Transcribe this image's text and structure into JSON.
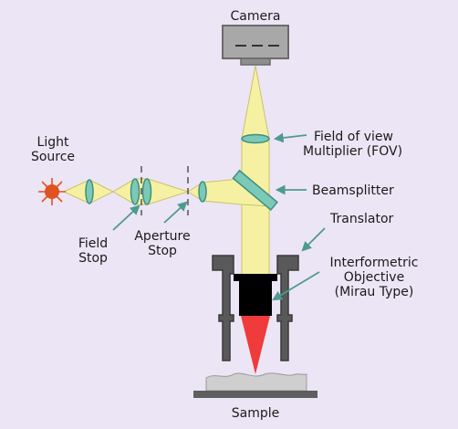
{
  "labels": {
    "camera": "Camera",
    "light_source": [
      "Light",
      "Source"
    ],
    "field_stop": [
      "Field",
      "Stop"
    ],
    "aperture_stop": [
      "Aperture",
      "Stop"
    ],
    "fov": [
      "Field of view",
      "Multiplier (FOV)"
    ],
    "beamsplitter": "Beamsplitter",
    "translator": "Translator",
    "objective": [
      "Interformetric",
      "Objective",
      "(Mirau Type)"
    ],
    "sample": "Sample"
  },
  "colors": {
    "background": "#ECE5F5",
    "beam": "#F6F1A2",
    "beam_stroke": "#C9C36A",
    "lens": "#7CC9B8",
    "lens_stroke": "#3E8F80",
    "arrow": "#4E9A93",
    "housing": "#595959",
    "objective": "#000000",
    "cone": "#EF3B3B",
    "sample": "#CFCFCF",
    "stage": "#5E5E5E",
    "light": "#E0521F"
  },
  "icons": [
    "camera-icon",
    "light-source-icon",
    "lens-icon",
    "beamsplitter-icon",
    "objective-icon",
    "sample-icon"
  ]
}
